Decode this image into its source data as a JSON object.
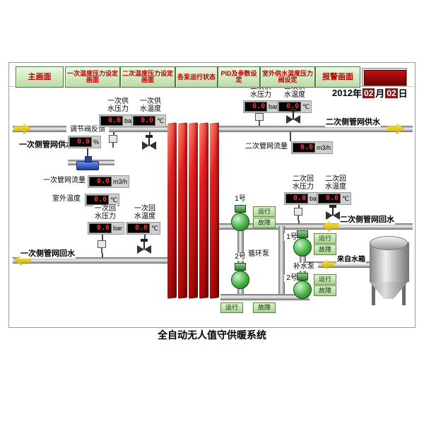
{
  "title": "全自动无人值守供暖系统",
  "toolbar": {
    "buttons": [
      {
        "label": "主画面"
      },
      {
        "label": "一次温度压力设定画面"
      },
      {
        "label": "二次温度压力设定画面"
      },
      {
        "label": "各泵运行状态"
      },
      {
        "label": "PID及参数设定"
      },
      {
        "label": "室外供水温度压力阀设定"
      },
      {
        "label": "报警画面"
      }
    ]
  },
  "date": {
    "year": "2012",
    "year_suffix": "年",
    "month": "02",
    "month_suffix": "月",
    "day": "02",
    "day_suffix": "日"
  },
  "pipe_labels": {
    "primary_supply": "一次侧管网供水",
    "secondary_supply": "二次侧管网供水",
    "primary_return": "一次侧管网回水",
    "secondary_return": "二次侧管网回水",
    "from_tank": "来自水箱"
  },
  "stations": {
    "valve_feedback": {
      "label": "调节阀反馈",
      "value": "0.0",
      "unit": "%"
    },
    "primary_supply_pressure": {
      "label": "一次供水压力",
      "value": "0.0",
      "unit": "bar"
    },
    "primary_supply_temp": {
      "label": "一次供水温度",
      "value": "0.0",
      "unit": "℃"
    },
    "secondary_supply_pressure": {
      "label": "二次供水压力",
      "value": "0.0",
      "unit": "bar"
    },
    "secondary_supply_temp": {
      "label": "二次供水温度",
      "value": "0.0",
      "unit": "℃"
    },
    "secondary_flow": {
      "label": "二次管网流量",
      "value": "0.0",
      "unit": "m3/h"
    },
    "primary_flow": {
      "label": "一次管网流量",
      "value": "0.0",
      "unit": "m3/h"
    },
    "outdoor_temp": {
      "label": "室外温度",
      "value": "0.0",
      "unit": "℃"
    },
    "primary_return_pressure": {
      "label": "一次回水压力",
      "value": "0.0",
      "unit": "bar"
    },
    "primary_return_temp": {
      "label": "一次回水温度",
      "value": "0.0",
      "unit": "℃"
    },
    "secondary_return_pressure": {
      "label": "二次回水压力",
      "value": "0.0",
      "unit": "bar"
    },
    "secondary_return_temp": {
      "label": "二次回水温度",
      "value": "0.0",
      "unit": "℃"
    }
  },
  "pumps": {
    "circulation": {
      "group_label": "循环泵",
      "pump1": {
        "label": "1号",
        "run": "运行",
        "fault": "故障"
      },
      "pump2": {
        "label": "2号",
        "run": "运行",
        "fault": "故障"
      }
    },
    "makeup": {
      "group_label": "补水泵",
      "pump1": {
        "label": "1号",
        "run": "运行",
        "fault": "故障"
      },
      "pump2": {
        "label": "2号",
        "run": "运行",
        "fault": "故障"
      }
    }
  },
  "colors": {
    "button_text": "#c00000",
    "button_bg": "#b9dba4",
    "lcd_value": "#ff3030",
    "plate_red": "#d01010",
    "pump_green": "#3da53d",
    "alarm_red": "#990000",
    "arrow_yellow": "#ffd700",
    "valve_blue": "#1d3e9e"
  }
}
